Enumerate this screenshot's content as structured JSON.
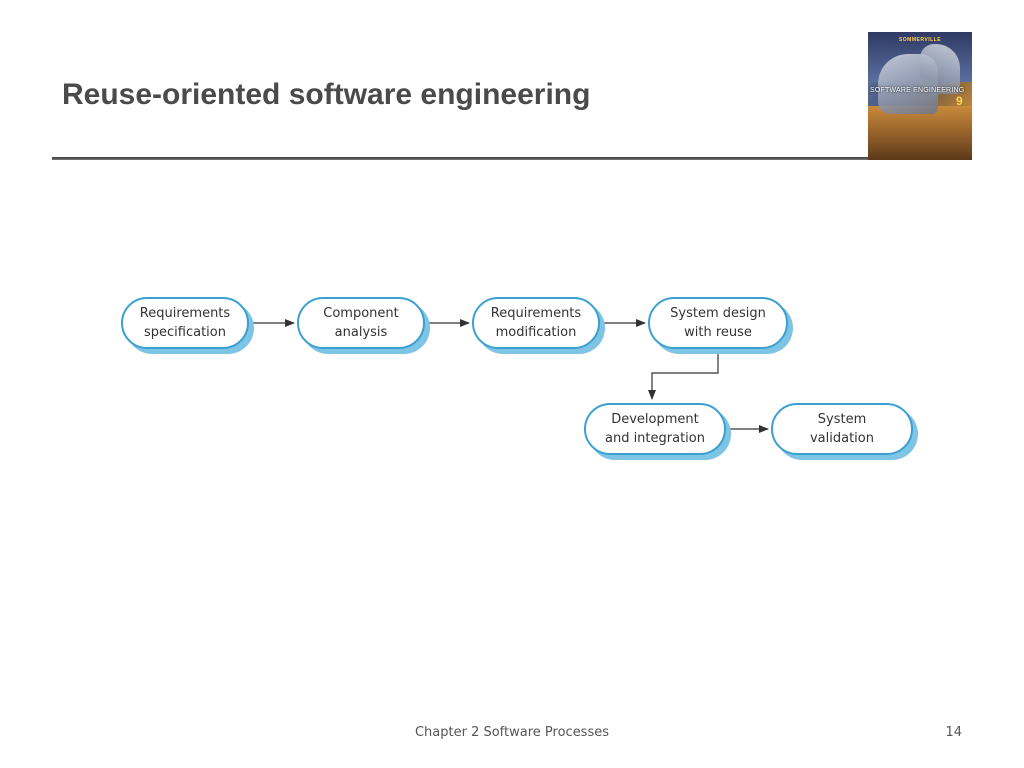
{
  "slide": {
    "title": "Reuse-oriented software engineering",
    "footer": "Chapter 2 Software Processes",
    "page_number": "14"
  },
  "book_cover": {
    "brand": "SOMMERVILLE",
    "title": "SOFTWARE ENGINEERING",
    "edition": "9"
  },
  "diagram": {
    "nodes": [
      {
        "id": "requirements-specification",
        "label": "Requirements\nspecification"
      },
      {
        "id": "component-analysis",
        "label": "Component\nanalysis"
      },
      {
        "id": "requirements-modification",
        "label": "Requirements\nmodification"
      },
      {
        "id": "system-design-with-reuse",
        "label": "System design\nwith reuse"
      },
      {
        "id": "development-and-integration",
        "label": "Development\nand integration"
      },
      {
        "id": "system-validation",
        "label": "System\nvalidation"
      }
    ],
    "edges": [
      {
        "from": "requirements-specification",
        "to": "component-analysis"
      },
      {
        "from": "component-analysis",
        "to": "requirements-modification"
      },
      {
        "from": "requirements-modification",
        "to": "system-design-with-reuse"
      },
      {
        "from": "system-design-with-reuse",
        "to": "development-and-integration"
      },
      {
        "from": "development-and-integration",
        "to": "system-validation"
      }
    ],
    "colors": {
      "node_border": "#3ba0cf",
      "node_shadow": "#7ec4e4",
      "arrow": "#333333"
    }
  }
}
